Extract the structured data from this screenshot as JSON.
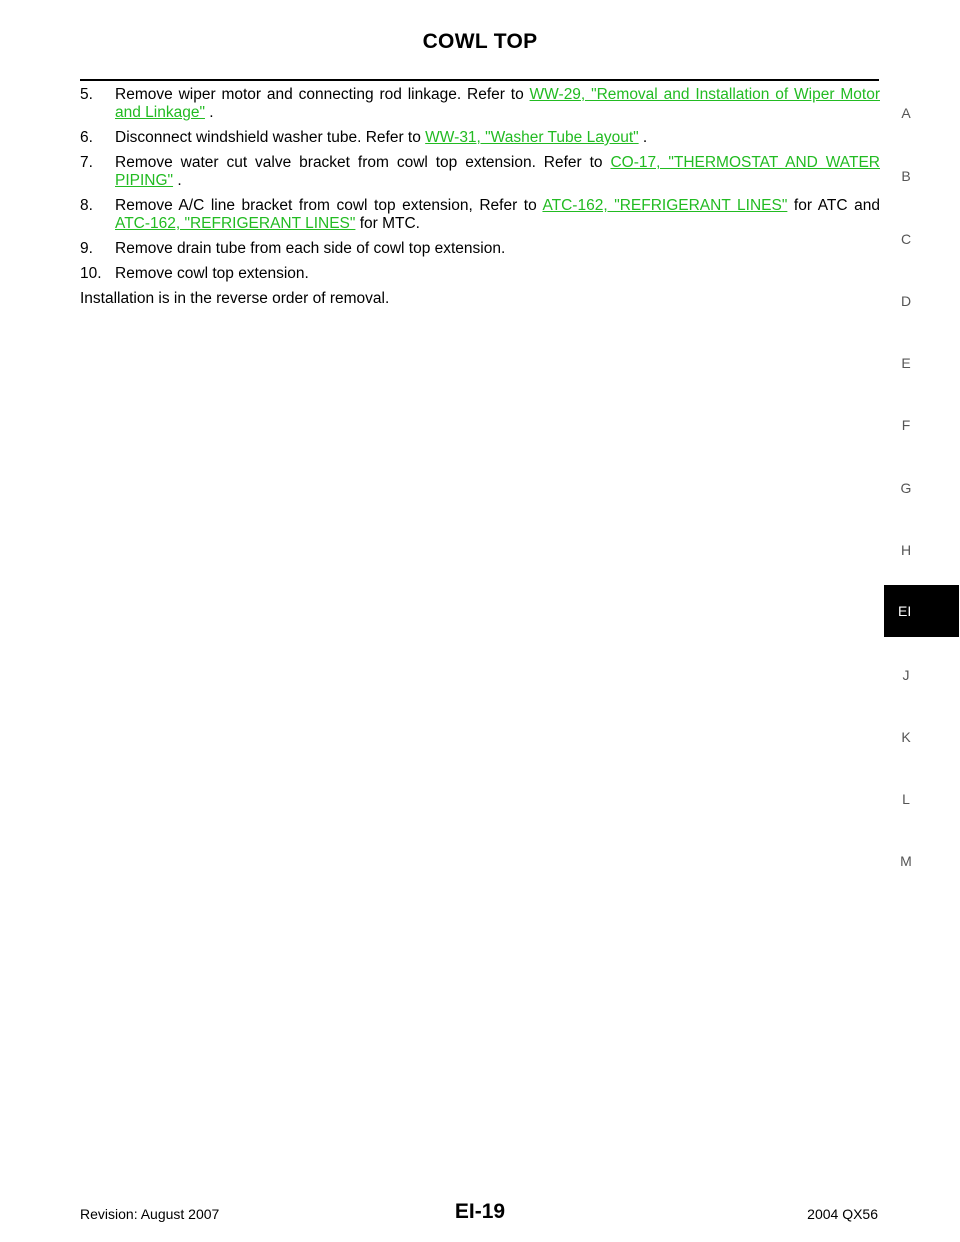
{
  "header": {
    "title": "COWL TOP"
  },
  "steps": [
    {
      "num": "5.",
      "pre": "Remove wiper motor and connecting rod linkage. Refer to ",
      "link": "WW-29, \"Removal and Installation of Wiper Motor and Linkage\"",
      "post": " ."
    },
    {
      "num": "6.",
      "pre": "Disconnect windshield washer tube. Refer to ",
      "link": "WW-31, \"Washer Tube Layout\"",
      "post": " ."
    },
    {
      "num": "7.",
      "pre": "Remove water cut valve bracket from cowl top extension. Refer to ",
      "link": "CO-17, \"THERMOSTAT AND WATER PIPING\"",
      "post": " ."
    },
    {
      "num": "8.",
      "pre": "Remove A/C line bracket from cowl top extension, Refer to ",
      "link": "ATC-162, \"REFRIGERANT LINES\"",
      "mid": " for ATC and ",
      "link2": "ATC-162, \"REFRIGERANT LINES\"",
      "post": " for MTC."
    },
    {
      "num": "9.",
      "text": "Remove drain tube from each side of cowl top extension."
    },
    {
      "num": "10.",
      "text": "Remove cowl top extension."
    }
  ],
  "closing": "Installation is in the reverse order of removal.",
  "section_tabs": [
    "A",
    "B",
    "C",
    "D",
    "E",
    "F",
    "G",
    "H",
    "EI",
    "J",
    "K",
    "L",
    "M"
  ],
  "active_tab": "EI",
  "footer": {
    "revision": "Revision: August 2007",
    "page": "EI-19",
    "model": "2004 QX56"
  },
  "colors": {
    "link": "#22bb22",
    "active_tab_bg": "#000000"
  }
}
